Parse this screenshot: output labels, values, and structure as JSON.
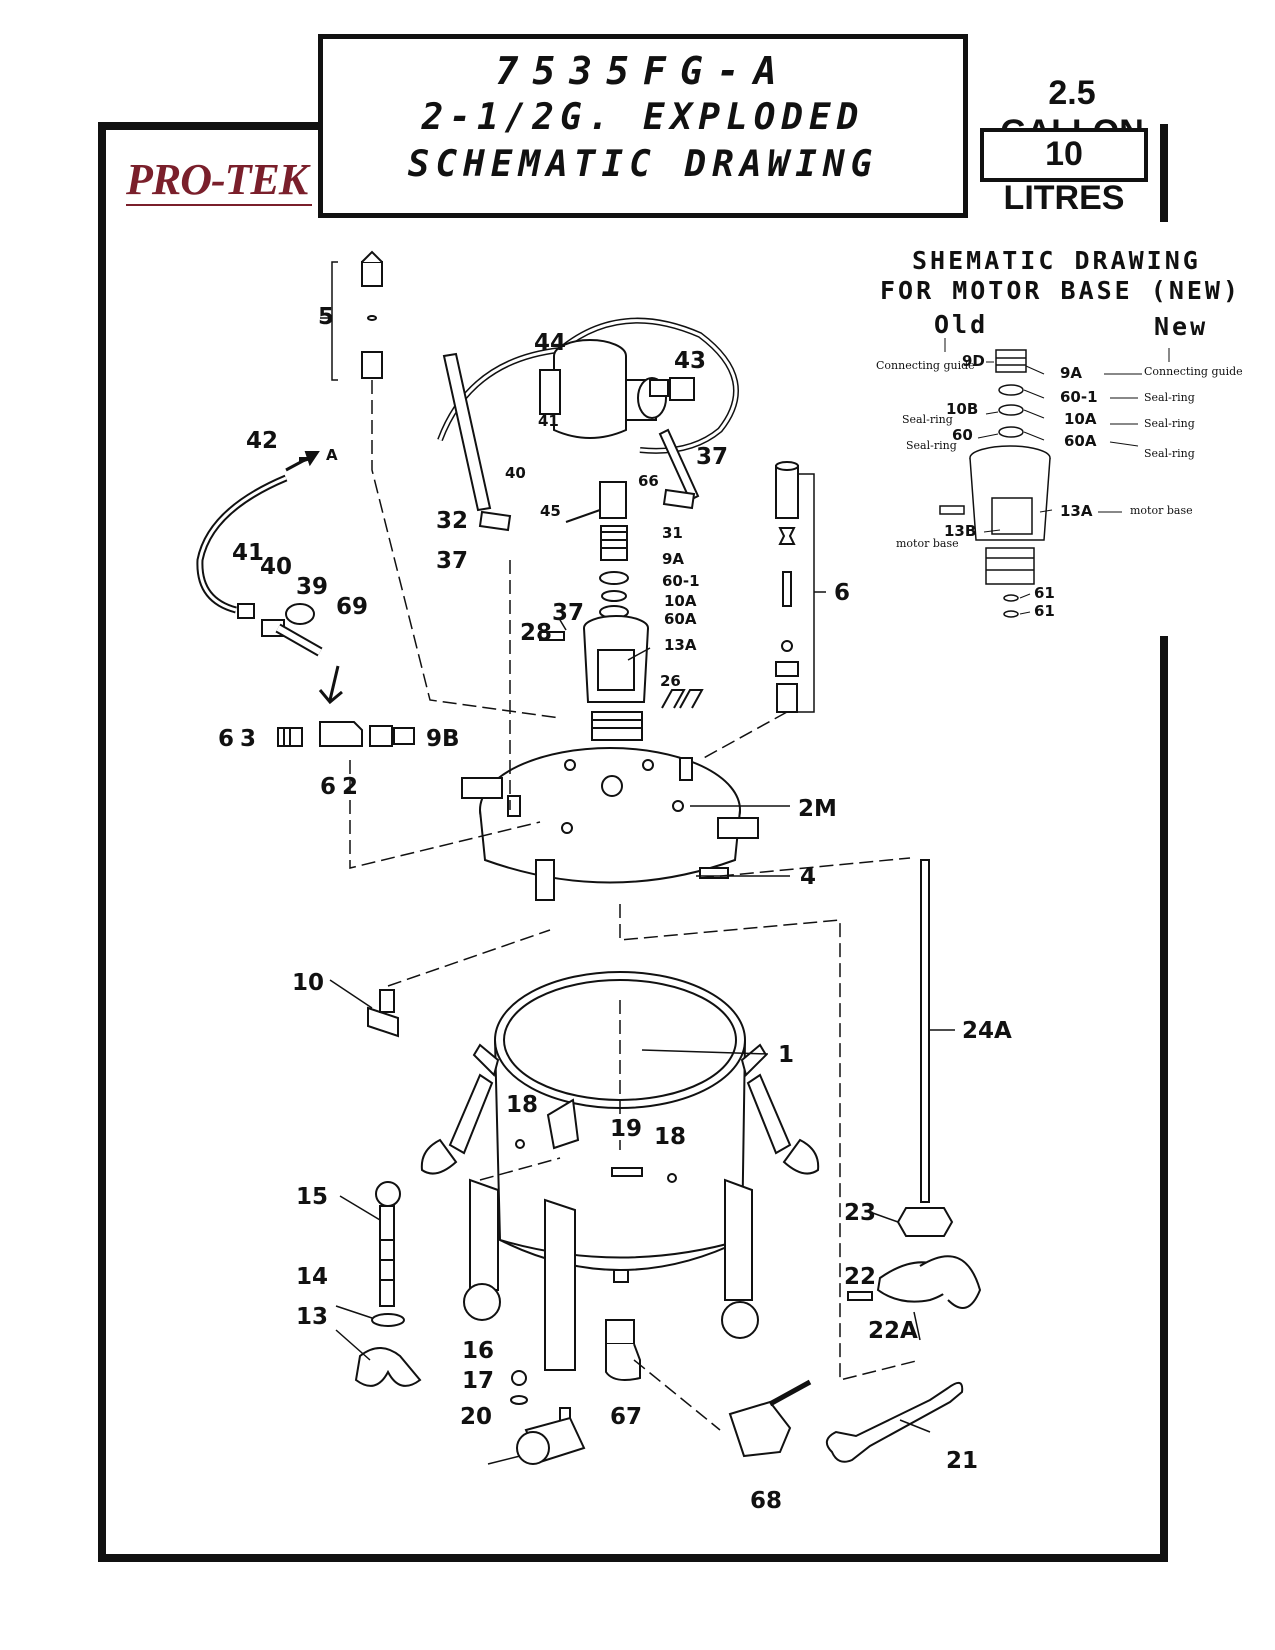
{
  "header": {
    "model": "7535FG-A",
    "subtitle": "2-1/2G. EXPLODED",
    "title": "SCHEMATIC DRAWING",
    "capacity_gallon": "2.5 GALLON",
    "capacity_litres": "10 LITRES"
  },
  "logo": "PRO-TEK",
  "inset": {
    "title_line1": "SHEMATIC DRAWING",
    "title_line2": "FOR MOTOR BASE (NEW)",
    "old_label": "Old",
    "new_label": "New",
    "labels": {
      "connecting_guide_left": "Connecting guide",
      "connecting_guide_right": "Connecting guide",
      "p9D": "9D",
      "p9A": "9A",
      "p60_1": "60-1",
      "p10B": "10B",
      "p10A": "10A",
      "p60": "60",
      "p60A": "60A",
      "seal_ring_left1": "Seal-ring",
      "seal_ring_left2": "Seal-ring",
      "seal_ring_right1": "Seal-ring",
      "seal_ring_right2": "Seal-ring",
      "seal_ring_right3": "Seal-ring",
      "p13A": "13A",
      "p13B": "13B",
      "motor_base_left": "motor base",
      "motor_base_right": "motor base",
      "p61a": "61",
      "p61b": "61"
    }
  },
  "parts": {
    "p5": "5",
    "p44": "44",
    "p43": "43",
    "p41": "41",
    "p40": "40",
    "p37a": "37",
    "p66": "66",
    "p45": "45",
    "p31": "31",
    "p9A": "9A",
    "p60_1": "60-1",
    "p10A": "10A",
    "p60A": "60A",
    "p13A": "13A",
    "p37b": "37",
    "p28": "28",
    "p26": "26",
    "p32": "32",
    "p37c": "37",
    "p42": "42",
    "arrow_a": "A",
    "p41b": "41",
    "p40b": "40",
    "p39": "39",
    "p69": "69",
    "p6": "6",
    "p63": "63",
    "p9B": "9B",
    "p62": "62",
    "p2M": "2M",
    "p4": "4",
    "p10": "10",
    "p1": "1",
    "p24A": "24A",
    "p18a": "18",
    "p19": "19",
    "p18b": "18",
    "p15": "15",
    "p23": "23",
    "p14": "14",
    "p22": "22",
    "p13": "13",
    "p22A": "22A",
    "p16": "16",
    "p17": "17",
    "p20": "20",
    "p67": "67",
    "p21": "21",
    "p68": "68"
  }
}
